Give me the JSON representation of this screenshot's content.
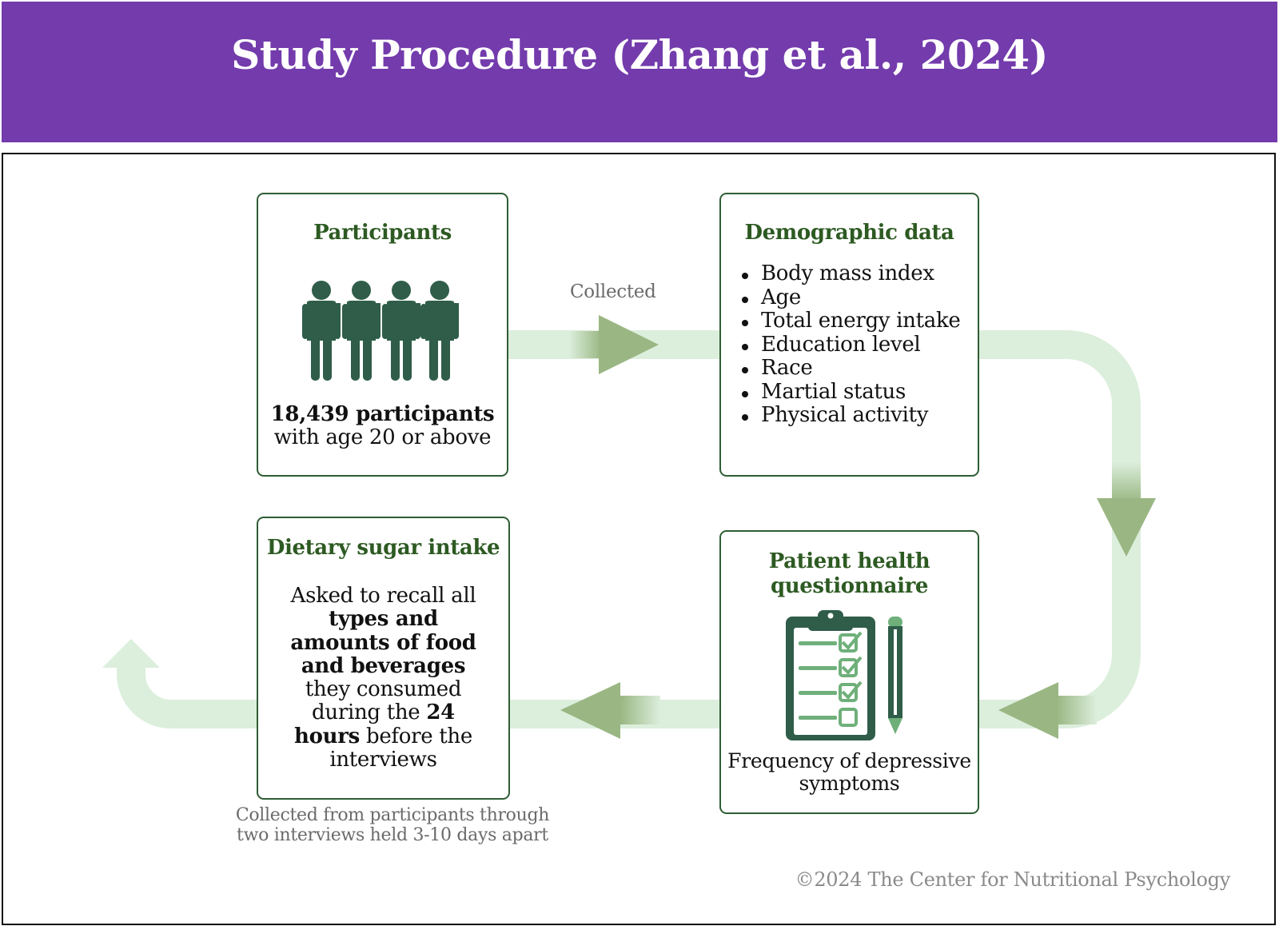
{
  "header": {
    "title": "Study Procedure (Zhang et al., 2024)"
  },
  "arrow_label": "Collected",
  "participants": {
    "title": "Participants",
    "count_bold": "18,439 participants",
    "count_rest": "with age 20 or above",
    "icon": "people-group-icon"
  },
  "demographics": {
    "title": "Demographic data",
    "items": [
      "Body mass index",
      "Age",
      "Total energy intake",
      "Education level",
      "Race",
      "Martial status",
      "Physical activity"
    ]
  },
  "questionnaire": {
    "title_line1": "Patient health",
    "title_line2": "questionnaire",
    "icon": "clipboard-checklist-icon",
    "caption_line1": "Frequency of depressive",
    "caption_line2": "symptoms"
  },
  "sugar": {
    "title": "Dietary sugar intake",
    "text_1": "Asked to recall all",
    "bold_1": "types and amounts of food and beverages",
    "text_2": "they consumed during the",
    "bold_2": "24 hours",
    "text_3": "before the interviews",
    "note_line1": "Collected from participants through",
    "note_line2": "two interviews held 3-10 days apart"
  },
  "copyright": "©2024 The Center for Nutritional Psychology",
  "colors": {
    "header": "#733bac",
    "title_green": "#2d5a22",
    "icon_green": "#2f5d4a",
    "flow_light": "#dceedc",
    "arrow_green": "#9ab783",
    "check_green": "#6fb07a"
  }
}
